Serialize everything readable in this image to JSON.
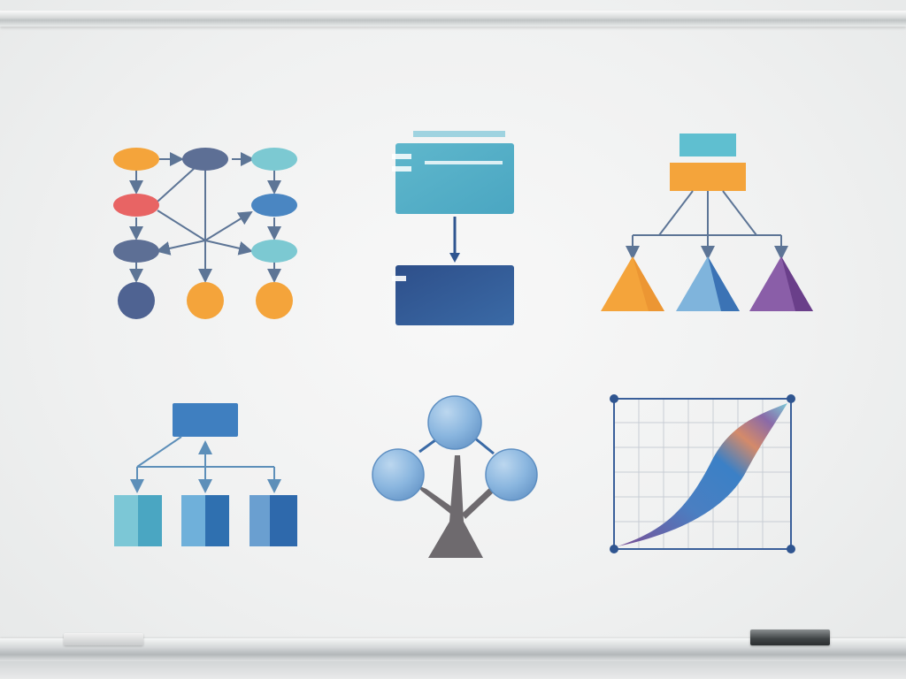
{
  "colors": {
    "orange": "#f4a43b",
    "slate": "#5d6f95",
    "teal": "#7cc9d2",
    "red": "#e86464",
    "blue": "#4a86c2",
    "navy": "#2f5590",
    "purple": "#7a4f96",
    "sky": "#7fb4dc",
    "line": "#5d7596",
    "trunk": "#6e6a6e"
  },
  "diagrams": [
    {
      "kind": "network-flowchart"
    },
    {
      "kind": "process-flow"
    },
    {
      "kind": "hierarchy-triangles"
    },
    {
      "kind": "org-chart"
    },
    {
      "kind": "tree-nodes"
    },
    {
      "kind": "grid-curve-plot"
    }
  ]
}
